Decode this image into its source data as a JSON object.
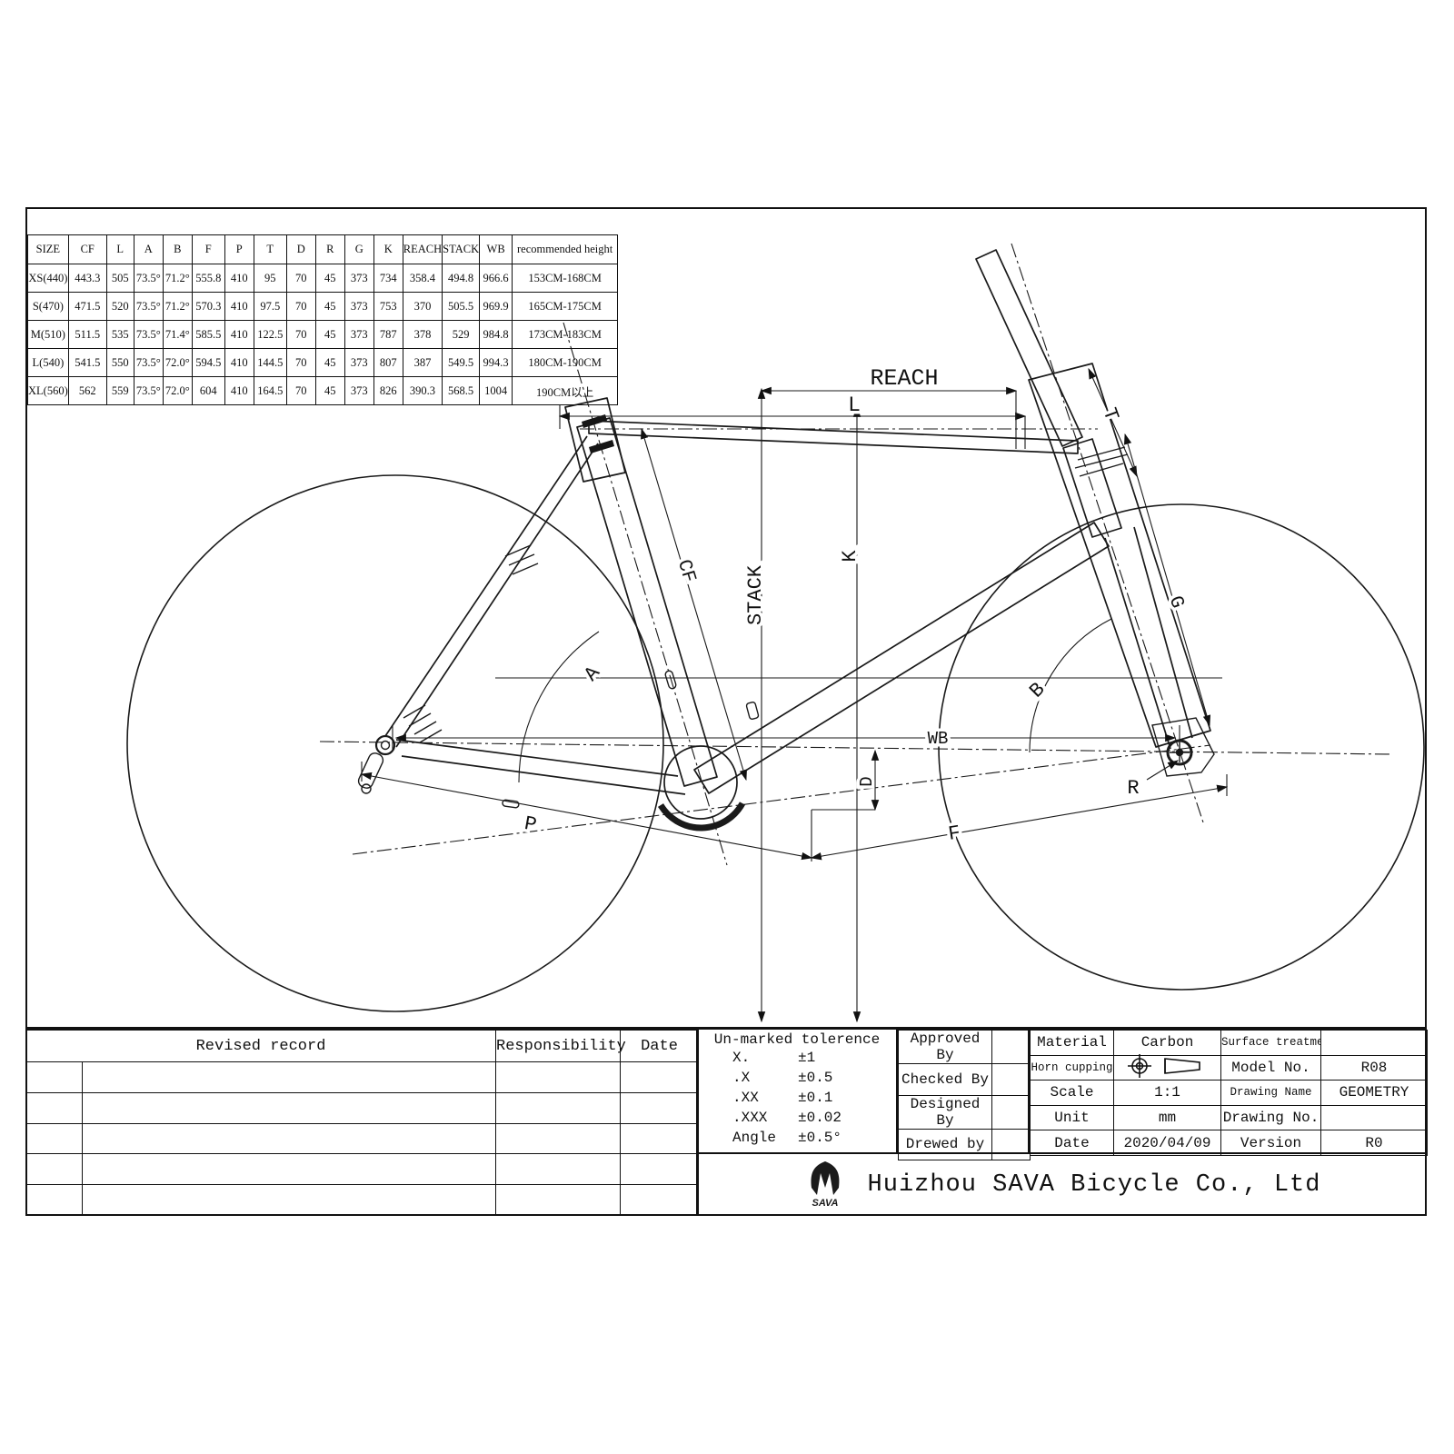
{
  "geometry_table": {
    "headers": [
      "SIZE",
      "CF",
      "L",
      "A",
      "B",
      "F",
      "P",
      "T",
      "D",
      "R",
      "G",
      "K",
      "REACH",
      "STACK",
      "WB",
      "recommended height"
    ],
    "rows": [
      {
        "cells": [
          "XS(440)",
          "443.3",
          "505",
          "73.5°",
          "71.2°",
          "555.8",
          "410",
          "95",
          "70",
          "45",
          "373",
          "734",
          "358.4",
          "494.8",
          "966.6",
          "153CM-168CM"
        ]
      },
      {
        "cells": [
          "S(470)",
          "471.5",
          "520",
          "73.5°",
          "71.2°",
          "570.3",
          "410",
          "97.5",
          "70",
          "45",
          "373",
          "753",
          "370",
          "505.5",
          "969.9",
          "165CM-175CM"
        ]
      },
      {
        "cells": [
          "M(510)",
          "511.5",
          "535",
          "73.5°",
          "71.4°",
          "585.5",
          "410",
          "122.5",
          "70",
          "45",
          "373",
          "787",
          "378",
          "529",
          "984.8",
          "173CM-183CM"
        ]
      },
      {
        "cells": [
          "L(540)",
          "541.5",
          "550",
          "73.5°",
          "72.0°",
          "594.5",
          "410",
          "144.5",
          "70",
          "45",
          "373",
          "807",
          "387",
          "549.5",
          "994.3",
          "180CM-190CM"
        ]
      },
      {
        "cells": [
          "XL(560)",
          "562",
          "559",
          "73.5°",
          "72.0°",
          "604",
          "410",
          "164.5",
          "70",
          "45",
          "373",
          "826",
          "390.3",
          "568.5",
          "1004",
          "190CM以上"
        ]
      }
    ]
  },
  "drawing": {
    "labels": {
      "reach": "REACH",
      "l": "L",
      "t": "T",
      "cf": "CF",
      "stack": "STACK",
      "k": "K",
      "a": "A",
      "b": "B",
      "wb": "WB",
      "d": "D",
      "r": "R",
      "g": "G",
      "p": "P",
      "f": "F"
    }
  },
  "revision_table": {
    "title": "Revised record",
    "col_responsibility": "Responsibility",
    "col_date": "Date"
  },
  "tolerance": {
    "title": "Un-marked tolerence",
    "rows": [
      {
        "label": "X.",
        "value": "±1"
      },
      {
        "label": ".X",
        "value": "±0.5"
      },
      {
        "label": ".XX",
        "value": "±0.1"
      },
      {
        "label": ".XXX",
        "value": "±0.02"
      },
      {
        "label": "Angle",
        "value": "±0.5°"
      }
    ]
  },
  "approval": {
    "rows": [
      {
        "label": "Approved By"
      },
      {
        "label": "Checked By"
      },
      {
        "label": "Designed By"
      },
      {
        "label": "Drewed by"
      }
    ]
  },
  "info_grid": {
    "rows": [
      {
        "c0": "Material",
        "c1": "Carbon",
        "c2": "Surface treatment",
        "c3": ""
      },
      {
        "c0": "Horn cupping",
        "c1": "",
        "c2": "Model No.",
        "c3": "R08"
      },
      {
        "c0": "Scale",
        "c1": "1:1",
        "c2": "Drawing Name",
        "c3": "GEOMETRY"
      },
      {
        "c0": "Unit",
        "c1": "mm",
        "c2": "Drawing No.",
        "c3": ""
      },
      {
        "c0": "Date",
        "c1": "2020/04/09",
        "c2": "Version",
        "c3": "R0"
      }
    ]
  },
  "company": {
    "name": "Huizhou SAVA Bicycle  Co., Ltd",
    "logo": "SAVA"
  }
}
